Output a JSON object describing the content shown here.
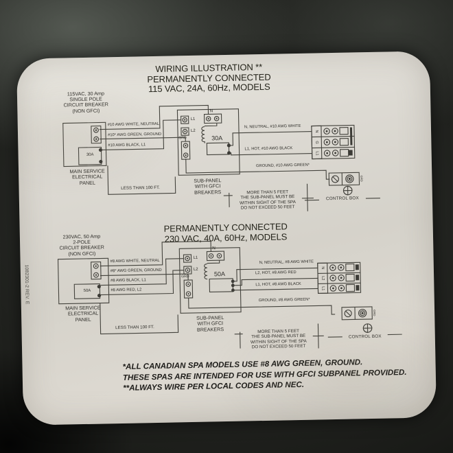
{
  "photo": {
    "label_part_code": "1082301-2  REV. E"
  },
  "title": [
    "WIRING ILLUSTRATION **",
    "PERMANENTLY CONNECTED",
    "115 VAC, 24A, 60Hz, MODELS"
  ],
  "d1": {
    "service": [
      "115VAC, 30 Amp",
      "SINGLE POLE",
      "CIRCUIT BREAKER",
      "(NON GFCI)"
    ],
    "service_breaker": "30A",
    "panel": [
      "MAIN SERVICE",
      "ELECTRICAL",
      "PANEL"
    ],
    "feed": [
      "#10 AWG WHITE, NEUTRAL",
      "#10* AWG GREEN, GROUND",
      "#10 AWG BLACK, L1"
    ],
    "sub_terms": {
      "l1": "L1",
      "l2": "L2",
      "grd": "GRD",
      "n": "N"
    },
    "gfci": "30A",
    "subpanel": [
      "SUB-PANEL",
      "WITH GFCI",
      "BREAKERS"
    ],
    "distance": "LESS THAN 100 FT.",
    "out": [
      "N, NEUTRAL, #10 AWG WHITE",
      "L1, HOT, #10 AWG BLACK",
      "GROUND, #10 AWG GREEN*"
    ],
    "block": [
      "N",
      "G",
      "L1"
    ],
    "grd_small": "GRD",
    "control_box": "CONTROL BOX",
    "proximity": [
      "MORE THAN 5 FEET",
      "THE SUB-PANEL MUST BE",
      "WITHIN SIGHT OF THE SPA",
      "DO NOT EXCEED 50 FEET"
    ]
  },
  "d2": {
    "heading": [
      "PERMANENTLY CONNECTED",
      "230 VAC, 40A, 60Hz, MODELS"
    ],
    "service": [
      "230VAC, 50 Amp",
      "2-POLE",
      "CIRCUIT BREAKER",
      "(NON GFCI)"
    ],
    "service_breaker": "50A",
    "panel": [
      "MAIN SERVICE",
      "ELECTRICAL",
      "PANEL"
    ],
    "feed": [
      "#8 AWG WHITE, NEUTRAL",
      "#8* AWG GREEN, GROUND",
      "#8 AWG BLACK, L1",
      "#8 AWG RED, L2"
    ],
    "sub_terms": {
      "l1": "L1",
      "l2": "L2",
      "grd": "GRD",
      "n": "N"
    },
    "gfci": "50A",
    "subpanel": [
      "SUB-PANEL",
      "WITH GFCI",
      "BREAKERS"
    ],
    "distance": "LESS THAN 100 FT.",
    "out": [
      "N, NEUTRAL, #8 AWG WHITE",
      "L2, HOT, #8 AWG RED",
      "L1, HOT, #8 AWG BLACK",
      "GROUND, #8 AWG GREEN*"
    ],
    "block": [
      "N",
      "L2",
      "L1"
    ],
    "grd_small": "GRD",
    "control_box": "CONTROL BOX",
    "proximity": [
      "MORE THAN 5 FEET",
      "THE SUB-PANEL MUST BE",
      "WITHIN SIGHT OF THE SPA",
      "DO NOT EXCEED 50 FEET"
    ]
  },
  "footnotes": [
    "*ALL CANADIAN SPA MODELS USE #8 AWG GREEN, GROUND.",
    "THESE SPAS ARE INTENDED FOR USE WITH GFCI SUBPANEL PROVIDED.",
    "**ALWAYS WIRE PER LOCAL CODES AND NEC."
  ]
}
